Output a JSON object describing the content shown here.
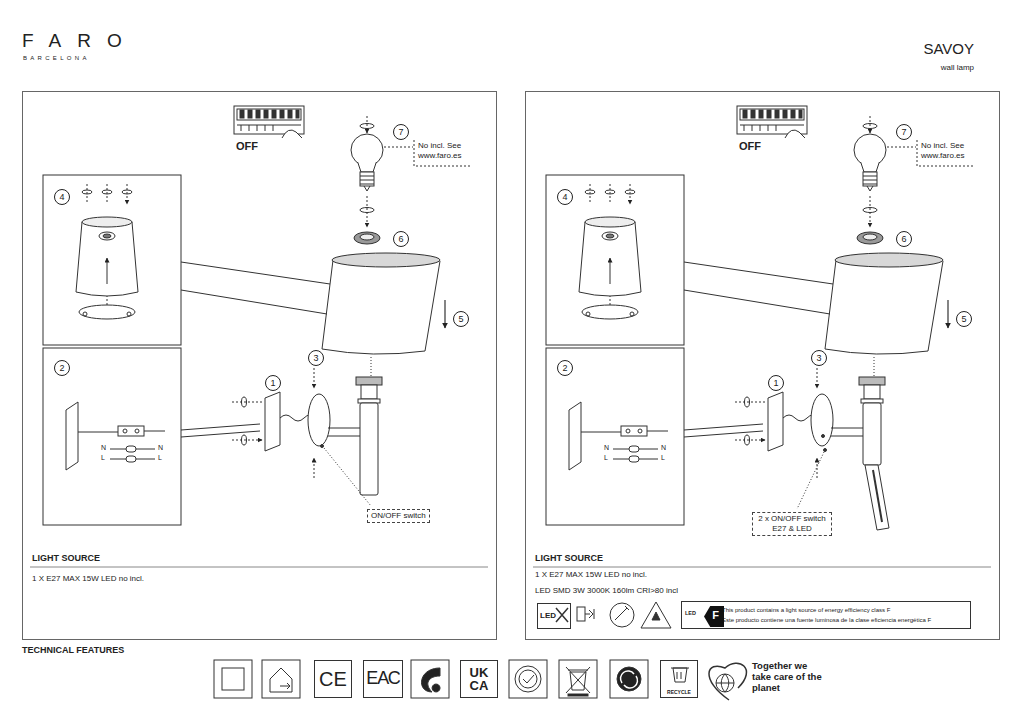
{
  "diagram": {
    "nodes": [
      {
        "text": [
          "LIGHT SOURCE",
          "1 X E27 MAX 15W LED no incl."
        ]
      },
      {
        "text": [
          "7"
        ],
        "in": 0
      },
      {
        "text": [
          "4"
        ],
        "in": 0
      },
      {
        "text": [
          "6"
        ],
        "in": 0
      },
      {
        "text": [
          "5"
        ],
        "in": 0
      },
      {
        "text": [
          "3"
        ],
        "in": 0
      },
      {
        "text": [
          "2"
        ],
        "in": 0
      },
      {
        "text": [
          "1"
        ],
        "in": 0
      },
      {
        "text": [
          "ON/OFF switch"
        ],
        "in": 0
      },
      {
        "text": [
          "LIGHT SOURCE",
          "1 X E27 MAX 15W LED no incl.",
          "LED SMD 3W 3000K 160lm CRI>80 incl"
        ]
      },
      {
        "text": [
          "7"
        ],
        "in": 9
      },
      {
        "text": [
          "4"
        ],
        "in": 9
      },
      {
        "text": [
          "6"
        ],
        "in": 9
      },
      {
        "text": [
          "5"
        ],
        "in": 9
      },
      {
        "text": [
          "3"
        ],
        "in": 9
      },
      {
        "text": [
          "2"
        ],
        "in": 9
      },
      {
        "text": [
          "1"
        ],
        "in": 9
      },
      {
        "text": [
          "2 x ON/OFF switch E27 & LED"
        ],
        "in": 9
      },
      {
        "text": [
          "LED"
        ],
        "in": 9
      },
      {
        "text": [
          "This product contains a light source of energy efficiency class F",
          "Este producto contiene una fuente luminosa de la clase eficiencia energética F"
        ],
        "in": 9
      },
      {
        "text": [
          "F"
        ],
        "in": 19
      },
      {
        "text": [
          "CE"
        ]
      },
      {
        "text": [
          "ЕАС"
        ]
      },
      {
        "text": [
          "UK CA"
        ]
      },
      {
        "text": [
          "RECYCLE"
        ]
      }
    ],
    "labels": [
      "FARO",
      "BARCELONA",
      "SAVOY",
      "wall lamp",
      "OFF",
      "No incl. See www.faro.es",
      "N",
      "L",
      "N",
      "L",
      "OFF",
      "No incl. See www.faro.es",
      "N",
      "L",
      "N",
      "L",
      "LED",
      "TECHNICAL FEATURES",
      "Together we take care of the planet"
    ]
  }
}
